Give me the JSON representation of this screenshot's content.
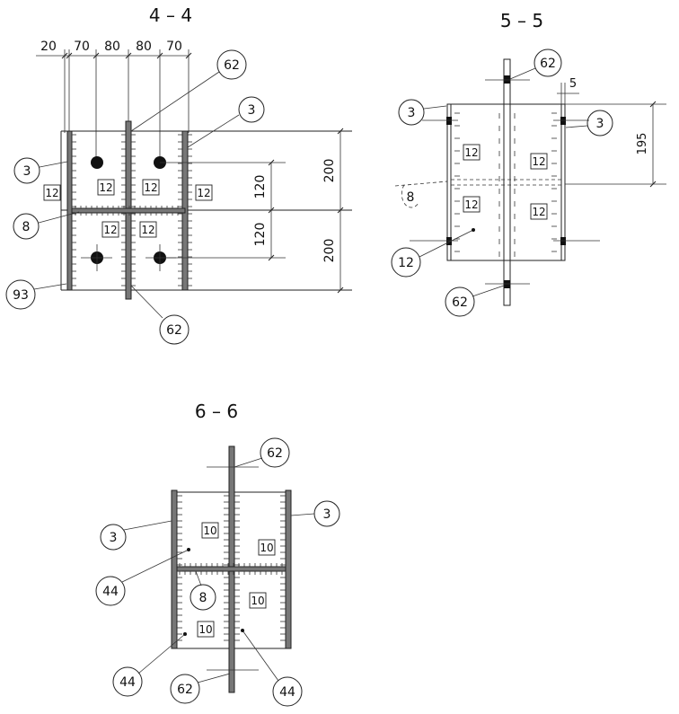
{
  "section_4_4": {
    "title": "4 – 4",
    "dims_top": [
      "20",
      "70",
      "80",
      "80",
      "70"
    ],
    "dims_right_inner": [
      "120",
      "120"
    ],
    "dims_right_outer": [
      "200",
      "200"
    ],
    "callouts": {
      "c62_top": "62",
      "c3_right": "3",
      "c3_left": "3",
      "c8": "8",
      "c93": "93",
      "c62_bottom": "62"
    },
    "boxes": {
      "b_left": "12",
      "b_tl": "12",
      "b_tr": "12",
      "b_right": "12",
      "b_mid": "12",
      "b_mid2": "12"
    }
  },
  "section_5_5": {
    "title": "5 – 5",
    "dim_gap": "5",
    "dim_height": "195",
    "callouts": {
      "c62_top": "62",
      "c3_left": "3",
      "c3_right": "3",
      "c8": "8",
      "c12": "12",
      "c62_bottom": "62"
    },
    "boxes": {
      "b_tl": "12",
      "b_tr": "12",
      "b_bl": "12",
      "b_br": "12"
    }
  },
  "section_6_6": {
    "title": "6 – 6",
    "callouts": {
      "c62_top": "62",
      "c3_left": "3",
      "c3_right": "3",
      "c44_a": "44",
      "c8": "8",
      "c44_b": "44",
      "c62_bottom": "62",
      "c44_c": "44"
    },
    "boxes": {
      "b_tl": "10",
      "b_tr": "10",
      "b_br": "10",
      "b_bl": "10"
    }
  }
}
